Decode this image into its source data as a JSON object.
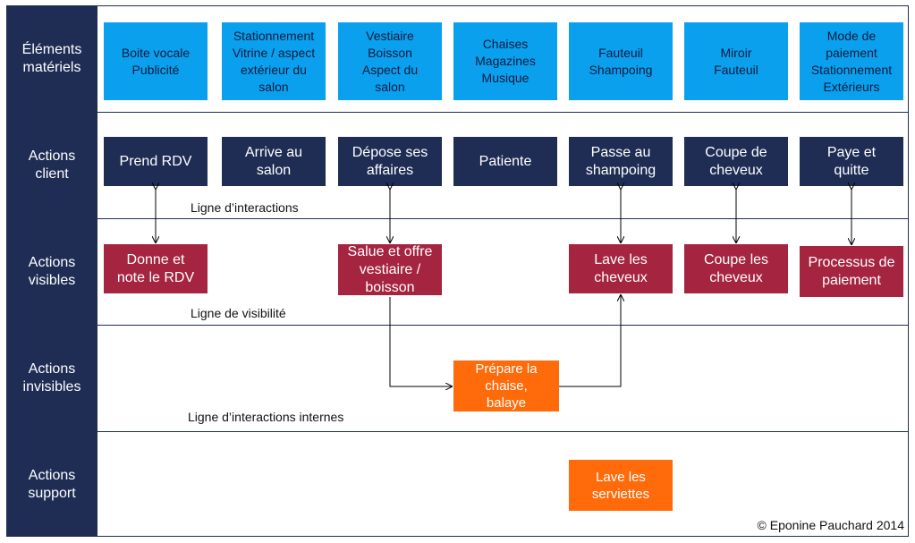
{
  "rows": {
    "materiels": "Éléments\nmatériels",
    "client": "Actions\nclient",
    "visibles": "Actions\nvisibles",
    "invisibles": "Actions\ninvisibles",
    "support": "Actions\nsupport"
  },
  "materiels": [
    "Boite vocale\nPublicité",
    "Stationnement\nVitrine / aspect\nextérieur du\nsalon",
    "Vestiaire\nBoisson\nAspect du\nsalon",
    "Chaises\nMagazines\nMusique",
    "Fauteuil\nShampoing",
    "Miroir\nFauteuil",
    "Mode de\npaiement\nStationnement\nExtérieurs"
  ],
  "client": [
    "Prend RDV",
    "Arrive au\nsalon",
    "Dépose ses\naffaires",
    "Patiente",
    "Passe au\nshampoing",
    "Coupe de\ncheveux",
    "Paye et\nquitte"
  ],
  "visibles": [
    "Donne et\nnote le RDV",
    "Salue et offre\nvestiaire /\nboisson",
    "Lave les\ncheveux",
    "Coupe les\ncheveux",
    "Processus de\npaiement"
  ],
  "invisibles": [
    "Prépare la\nchaise,\nbalaye"
  ],
  "support": [
    "Lave les\nserviettes"
  ],
  "lines": {
    "interactions": "Ligne d’interactions",
    "visibilite": "Ligne de visibilité",
    "internes": "Ligne d’interactions internes"
  },
  "copyright": "© Eponine Pauchard 2014",
  "colors": {
    "navy": "#1f2d55",
    "blue": "#0aa0ee",
    "crimson": "#a52440",
    "orange": "#ff6a0a"
  }
}
